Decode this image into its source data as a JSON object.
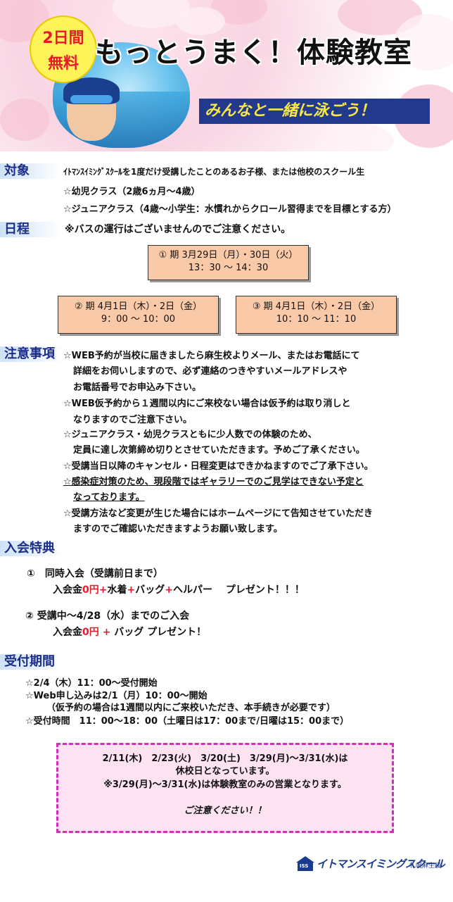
{
  "header": {
    "badge_line1": "2日間",
    "badge_line2": "無料",
    "title": "もっとうまく！体験教室",
    "subtitle": "みんなと一緒に泳ごう！"
  },
  "target": {
    "heading": "対象",
    "description": "ｲﾄﾏﾝｽｲﾐﾝｸﾞｽｸｰﾙを1度だけ受講したことのあるお子様、または他校のスクール生",
    "items": [
      "☆幼児クラス（2歳6ヵ月～4歳）",
      "☆ジュニアクラス（4歳～小学生：水慣れからクロール習得までを目標とする方）"
    ]
  },
  "schedule": {
    "heading": "日程",
    "note": "※バスの運行はございませんのでご注意ください。",
    "sessions": [
      {
        "line1": "① 期 3月29日（月）・30日（火）",
        "line2": "13：30 ～ 14：30"
      },
      {
        "line1": "② 期 4月1日（木）・2日（金）",
        "line2": "9：00 ～ 10：00"
      },
      {
        "line1": "③ 期 4月1日（木）・2日（金）",
        "line2": "10：10 ～ 11：10"
      }
    ]
  },
  "cautions": {
    "heading": "注意事項",
    "lines": [
      "☆WEB予約が当校に届きましたら麻生校よりメール、またはお電話にて",
      "詳細をお伺いしますので、必ず連絡のつきやすいメールアドレスや",
      "お電話番号でお申込み下さい。",
      "☆WEB仮予約から１週間以内にご来校ない場合は仮予約は取り消しと",
      "なりますのでご注意下さい。",
      "☆ジュニアクラス・幼児クラスともに少人数での体験のため、",
      "定員に達し次第締め切りとさせていただきます。予めご了承ください。",
      "☆受講当日以降のキャンセル・日程変更はできかねますのでご了承下さい。",
      "☆感染症対策のため、現段階ではギャラリーでのご見学はできない予定と",
      "なっております。",
      "☆受講方法など変更が生じた場合にはホームページにて告知させていただき",
      "ますのでご確認いただきますようお願い致します。"
    ]
  },
  "benefits": {
    "heading": "入会特典",
    "item1_title": "①　同時入会（受講前日まで）",
    "item1_pre": "入会金",
    "item1_red1": "0円",
    "item1_plus1": "+",
    "item1_mid": "水着",
    "item1_plus2": "+",
    "item1_mid2": "バッグ",
    "item1_plus3": "+",
    "item1_end": "ヘルパー　 プレゼント！！！",
    "item2_title": "② 受講中～4/28（水）までのご入会",
    "item2_pre": "入会金",
    "item2_red": "0円",
    "item2_plus": "+",
    "item2_end": "バッグ プレゼント！"
  },
  "reception": {
    "heading": "受付期間",
    "lines": [
      "☆2/4（木）11：00～受付開始",
      "☆Web申し込みは2/1（月）10：00～開始",
      "（仮予約の場合は1週間以内にご来校いただき、本手続きが必要です）",
      "☆受付時間　11：00～18：00（土曜日は17：00まで/日曜は15：00まで）"
    ]
  },
  "notice": {
    "line1": "2/11(木)　2/23(火)　3/20(土)　3/29(月)～3/31(水)は",
    "line2": "休校日となっています。",
    "line3": "※3/29(月)～3/31(水)は体験教室のみの営業となります。",
    "line4": "ご注意ください！！"
  },
  "footer": {
    "logo_mark": "ISS",
    "logo_text": "イトマンスイミングスクール",
    "branch": "札幌麻生校"
  },
  "colors": {
    "heading_blue": "#1a2d8a",
    "accent_red": "#e8192c",
    "box_peach": "#f9c9a8",
    "notice_pink": "#d12fb8"
  }
}
